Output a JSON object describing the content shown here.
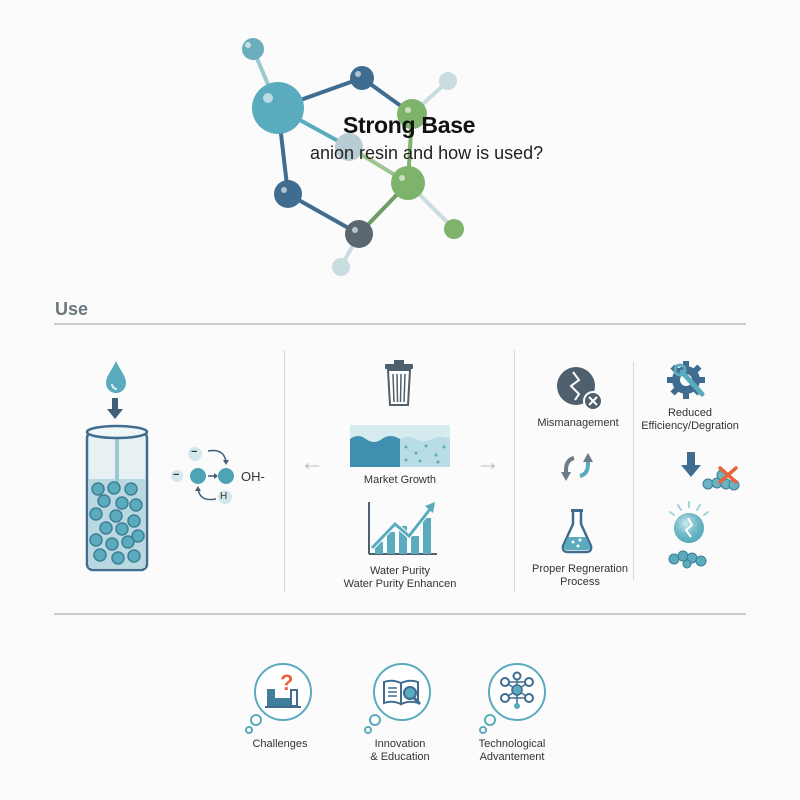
{
  "header": {
    "title": "Strong Base",
    "subtitle": "anion resin and how is used?"
  },
  "section": {
    "label": "Use"
  },
  "panel_ion_exchange": {
    "ion_labels": {
      "minus_top": "−",
      "minus_left": "−",
      "hydroxide": "OH-",
      "hydrogen": "H"
    }
  },
  "panel_market": {
    "market_label": "Market Growth",
    "purity_label_line1": "Water Purity",
    "purity_label_line2": "Water Purity Enhancen",
    "nav_prev": "←",
    "nav_next": "→"
  },
  "panel_management": {
    "mismanagement_label": "Mismanagement",
    "regeneration_label_line1": "Proper Regneration",
    "regeneration_label_line2": "Process"
  },
  "panel_degradation": {
    "label_line1": "Reduced",
    "label_line2": "Efficiency/Degration"
  },
  "bottom_topics": [
    {
      "label_line1": "Challenges",
      "label_line2": ""
    },
    {
      "label_line1": "Innovation",
      "label_line2": "& Education"
    },
    {
      "label_line1": "Technological",
      "label_line2": "Advantement"
    }
  ],
  "colors": {
    "teal": "#5aabbd",
    "dark_blue": "#3f6c8f",
    "green": "#7db36b",
    "slate": "#5a6670",
    "light_teal": "#cfe3e7",
    "accent_red": "#e8643c",
    "divider": "#c7cccd"
  }
}
